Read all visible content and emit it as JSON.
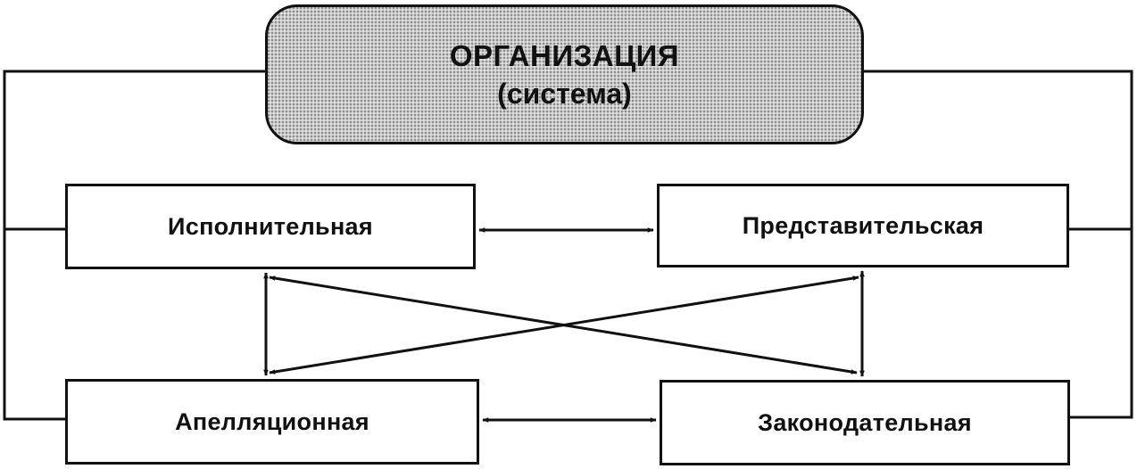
{
  "root": {
    "title": "ОРГАНИЗАЦИЯ",
    "subtitle": "(система)"
  },
  "nodes": {
    "executive": "Исполнительная",
    "representative": "Представительская",
    "appellate": "Апелляционная",
    "legislative": "Законодательная"
  },
  "colors": {
    "line": "#111111",
    "root_fill": "#c8c8c8"
  }
}
